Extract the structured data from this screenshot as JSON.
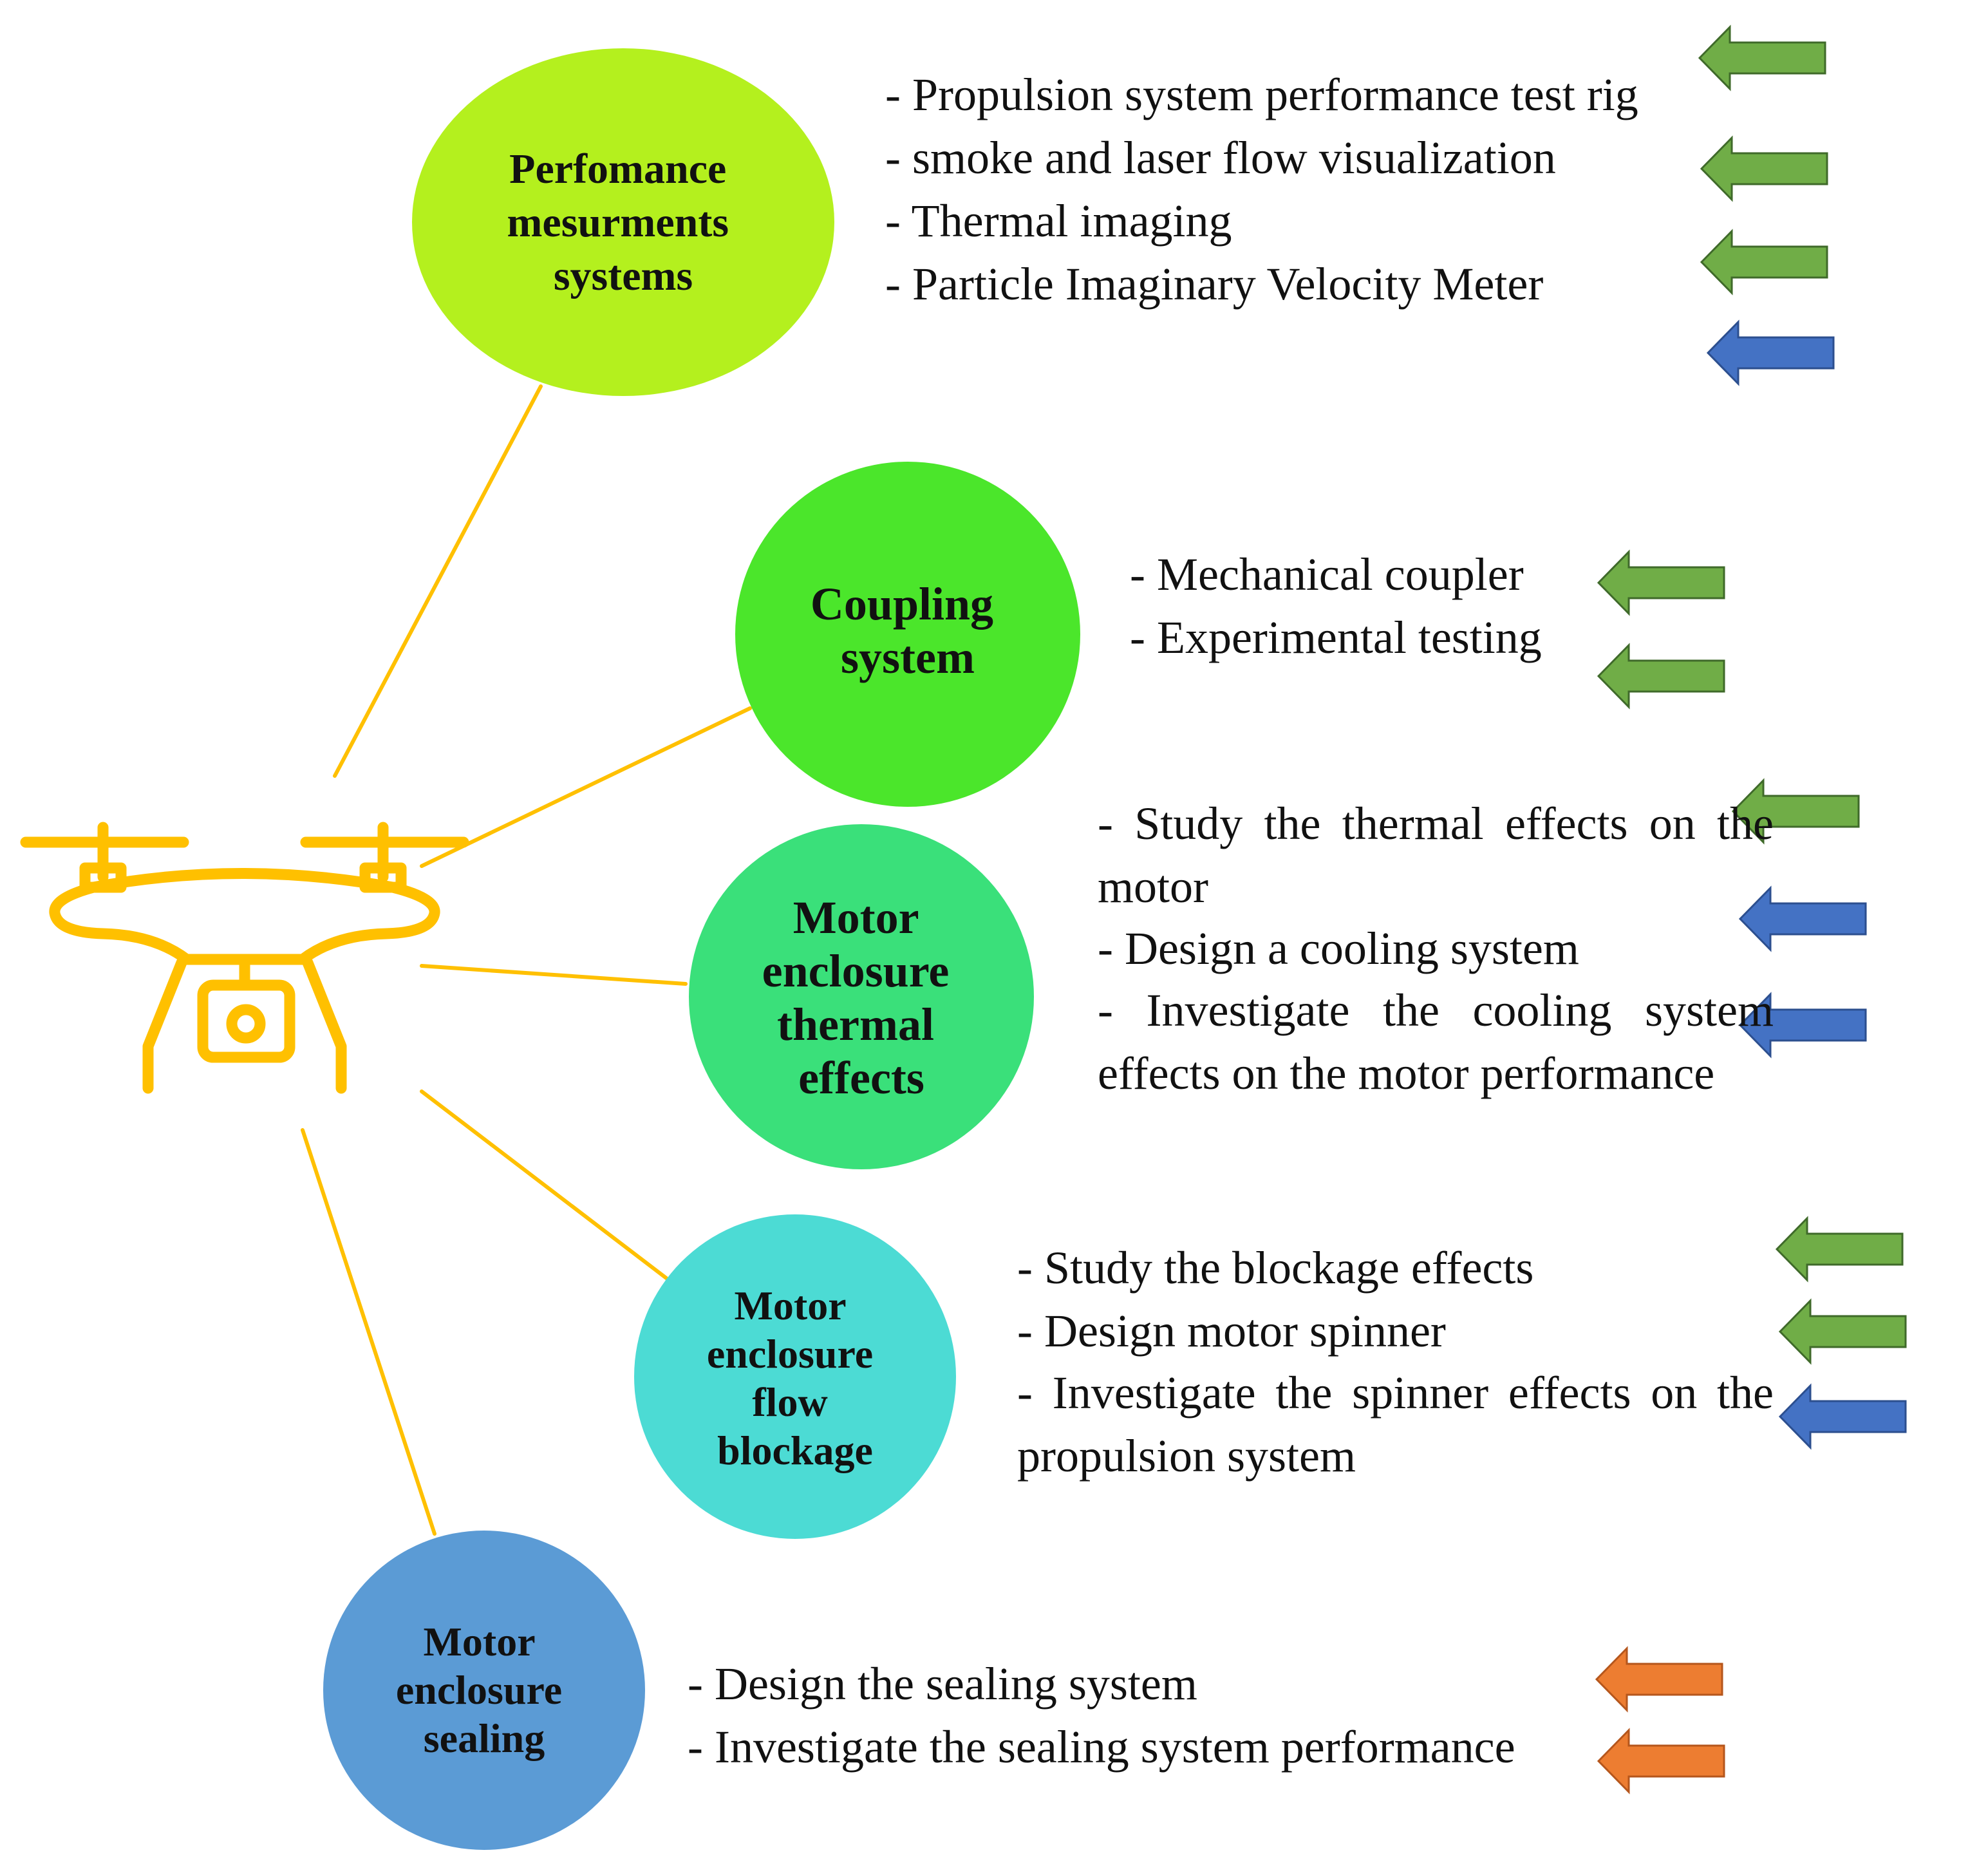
{
  "colors": {
    "drone": "#FFC000",
    "connector": "#FFC000",
    "arrow_green": "#70AD47",
    "arrow_blue": "#4472C4",
    "arrow_orange": "#ED7D31",
    "node_performance": "#B4F01E",
    "node_coupling": "#4BE62B",
    "node_thermal": "#3AE07A",
    "node_blockage": "#4CDBD4",
    "node_sealing": "#5B9BD5"
  },
  "icons": {
    "center": "drone-icon",
    "arrow": "left-arrow-icon"
  },
  "branches": [
    {
      "key": "performance",
      "title_lines": [
        "Perfomance",
        "mesurments",
        "systems"
      ],
      "items": [
        "- Propulsion system performance test rig",
        "- smoke and laser flow visualization",
        "- Thermal imaging",
        "- Particle Imaginary Velocity Meter"
      ],
      "arrows": [
        "green",
        "green",
        "green",
        "blue"
      ]
    },
    {
      "key": "coupling",
      "title_lines": [
        "Coupling",
        "system"
      ],
      "items": [
        "- Mechanical coupler",
        "- Experimental testing"
      ],
      "arrows": [
        "green",
        "green"
      ]
    },
    {
      "key": "thermal",
      "title_lines": [
        "Motor",
        "enclosure",
        "thermal",
        "effects"
      ],
      "items": [
        "- Study the thermal effects on the motor",
        "- Design a cooling system",
        "- Investigate the cooling system effects on the motor performance"
      ],
      "arrows": [
        "green",
        "blue",
        "blue"
      ]
    },
    {
      "key": "blockage",
      "title_lines": [
        "Motor",
        "enclosure",
        "flow",
        "blockage"
      ],
      "items": [
        "- Study the blockage effects",
        "- Design motor spinner",
        "- Investigate the spinner effects on the propulsion system"
      ],
      "arrows": [
        "green",
        "green",
        "blue"
      ]
    },
    {
      "key": "sealing",
      "title_lines": [
        "Motor",
        "enclosure",
        "sealing"
      ],
      "items": [
        "- Design the sealing system",
        "- Investigate the sealing system performance"
      ],
      "arrows": [
        "orange",
        "orange"
      ]
    }
  ]
}
